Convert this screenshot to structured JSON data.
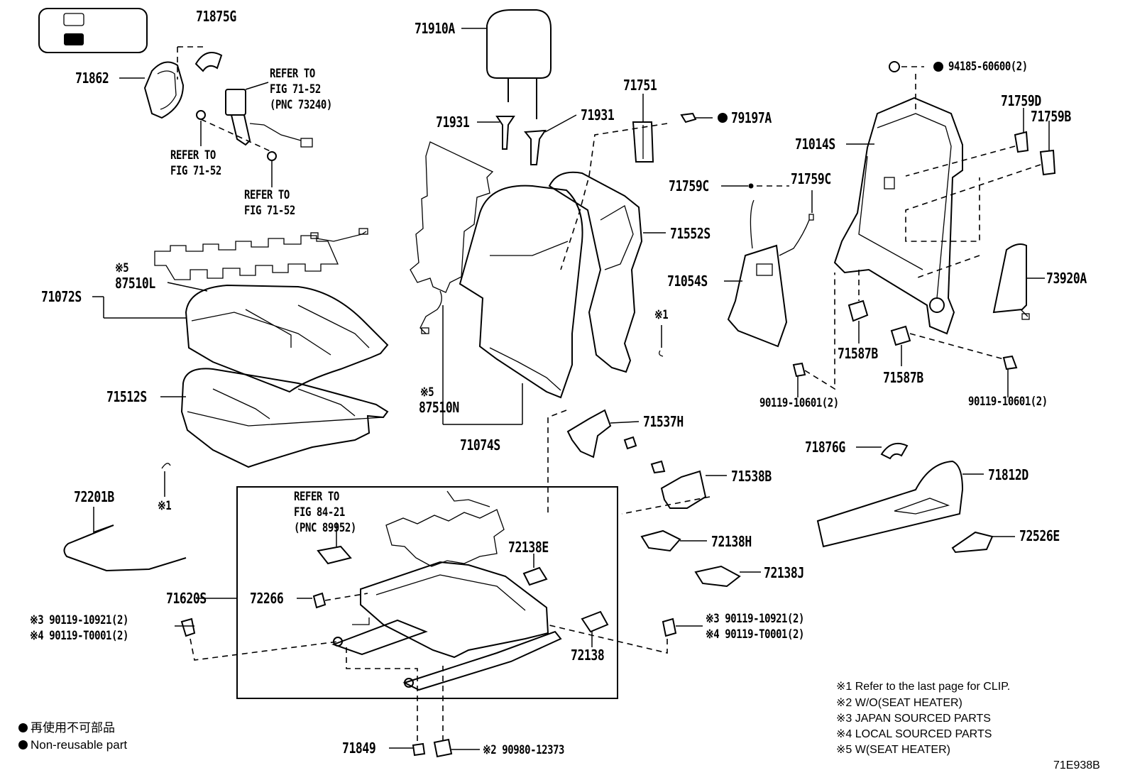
{
  "diagram_code": "71E938B",
  "callouts": {
    "c71875G": "71875G",
    "c71862": "71862",
    "ref_belt": [
      "REFER TO",
      "FIG 71-52",
      "(PNC 73240)"
    ],
    "ref_a": [
      "REFER TO",
      "FIG 71-52"
    ],
    "ref_b": [
      "REFER TO",
      "FIG 71-52"
    ],
    "c71910A": "71910A",
    "c71931_left": "71931",
    "c71931_right": "71931",
    "c71751": "71751",
    "c79197A": "79197A",
    "c94185": "94185-60600(2)",
    "c71759D": "71759D",
    "c71759B": "71759B",
    "c71014S": "71014S",
    "c71759C_left": "71759C",
    "c71759C_right": "71759C",
    "c71552S": "71552S",
    "c71054S": "71054S",
    "c73920A": "73920A",
    "c71072S": "71072S",
    "x5_top": "※5",
    "c87510L": "87510L",
    "c71512S": "71512S",
    "x1_mid": "※1",
    "x5_mid": "※5",
    "c87510N": "87510N",
    "c71074S": "71074S",
    "c71587B_left": "71587B",
    "c71587B_right": "71587B",
    "c90119_10601_left": "90119-10601(2)",
    "c90119_10601_right": "90119-10601(2)",
    "c71537H": "71537H",
    "c71538B": "71538B",
    "c71876G": "71876G",
    "c71812D": "71812D",
    "c72201B": "72201B",
    "x1_low": "※1",
    "ref_heater": [
      "REFER TO",
      "FIG 84-21",
      "(PNC 89952)"
    ],
    "c72138E": "72138E",
    "c72138H": "72138H",
    "c72526E": "72526E",
    "c72138J": "72138J",
    "c71620S": "71620S",
    "c72266": "72266",
    "c72138": "72138",
    "bolt_left_3": "※3 90119-10921(2)",
    "bolt_left_4": "※4 90119-T0001(2)",
    "bolt_right_3": "※3 90119-10921(2)",
    "bolt_right_4": "※4 90119-T0001(2)",
    "c71849": "71849",
    "c90980": "※2 90980-12373"
  },
  "legend": {
    "nonreusable_jp": "再使用不可部品",
    "nonreusable_en": "Non-reusable part"
  },
  "footnotes": [
    "※1 Refer to the last page for CLIP.",
    "※2 W/O(SEAT HEATER)",
    "※3 JAPAN SOURCED PARTS",
    "※4 LOCAL SOURCED PARTS",
    "※5 W(SEAT HEATER)"
  ]
}
